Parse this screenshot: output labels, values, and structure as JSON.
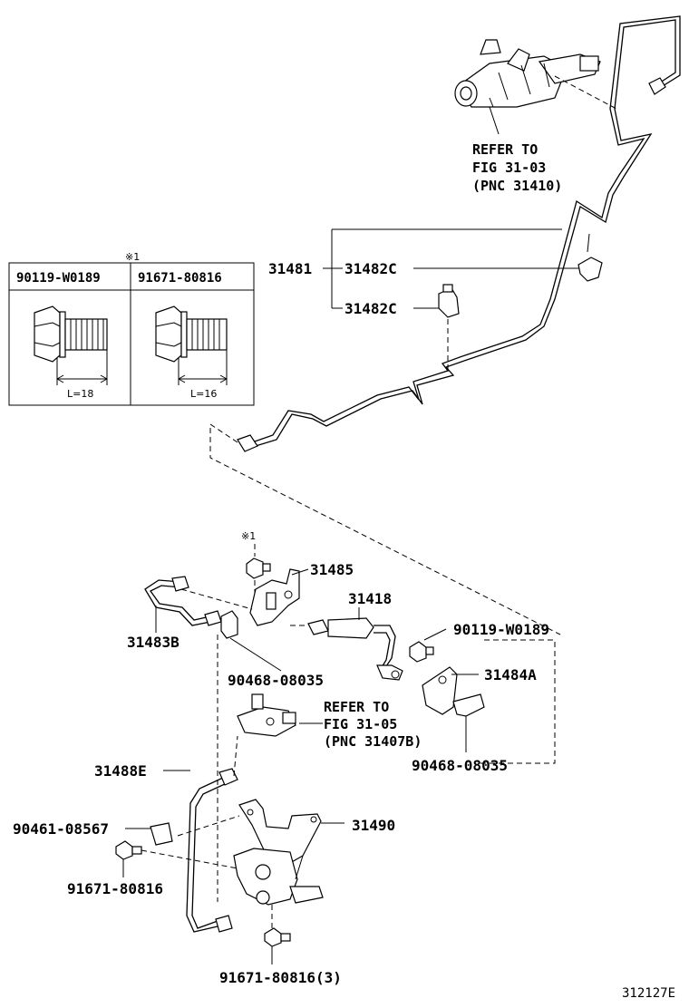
{
  "callouts": {
    "p31481": "31481",
    "p31482c_a": "31482C",
    "p31482c_b": "31482C",
    "p31485": "31485",
    "p31418": "31418",
    "p31483b": "31483B",
    "p90468_a": "90468-08035",
    "p90119": "90119-W0189",
    "p31484a": "31484A",
    "p90468_b": "90468-08035",
    "p31488e": "31488E",
    "p90461": "90461-08567",
    "p31490": "31490",
    "p91671_a": "91671-80816",
    "p91671_b": "91671-80816(3)"
  },
  "refer_top": {
    "line1": "REFER TO",
    "line2": "FIG 31-03",
    "line3": "(PNC 31410)"
  },
  "refer_mid": {
    "line1": "REFER TO",
    "line2": "FIG 31-05",
    "line3": "(PNC 31407B)"
  },
  "note_mark": "※1",
  "bolt_table": {
    "mark": "※1",
    "col1_header": "90119-W0189",
    "col2_header": "91671-80816",
    "col1_length": "L=18",
    "col2_length": "L=16"
  },
  "figure_id": "312127E"
}
